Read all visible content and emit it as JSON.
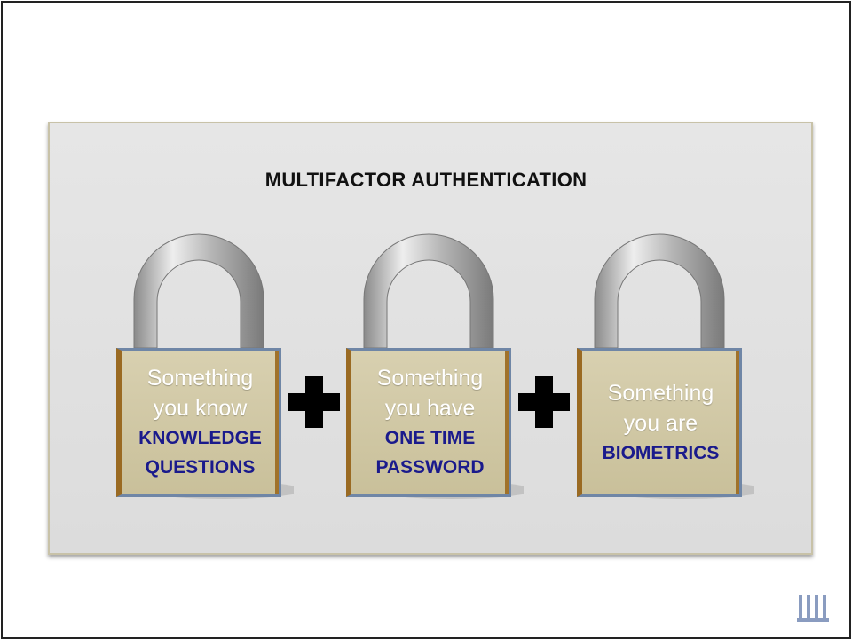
{
  "title": "MULTIFACTOR  AUTHENTICATION",
  "colors": {
    "panel": "#e0e0e0",
    "lock_body": "#d3caa6",
    "category_text": "#1a1a8c",
    "subtitle_text": "#ffffff",
    "logo": "#8a9cc0"
  },
  "factors": [
    {
      "line1": "Something",
      "line2": "you know",
      "category1": "KNOWLEDGE",
      "category2": "QUESTIONS"
    },
    {
      "line1": "Something",
      "line2": "you have",
      "category1": "ONE TIME",
      "category2": "PASSWORD"
    },
    {
      "line1": "Something",
      "line2": "you are",
      "category1": "BIOMETRICS",
      "category2": ""
    }
  ],
  "icons": {
    "plus": "plus-icon",
    "padlock": "padlock-icon",
    "logo": "logo-icon"
  }
}
